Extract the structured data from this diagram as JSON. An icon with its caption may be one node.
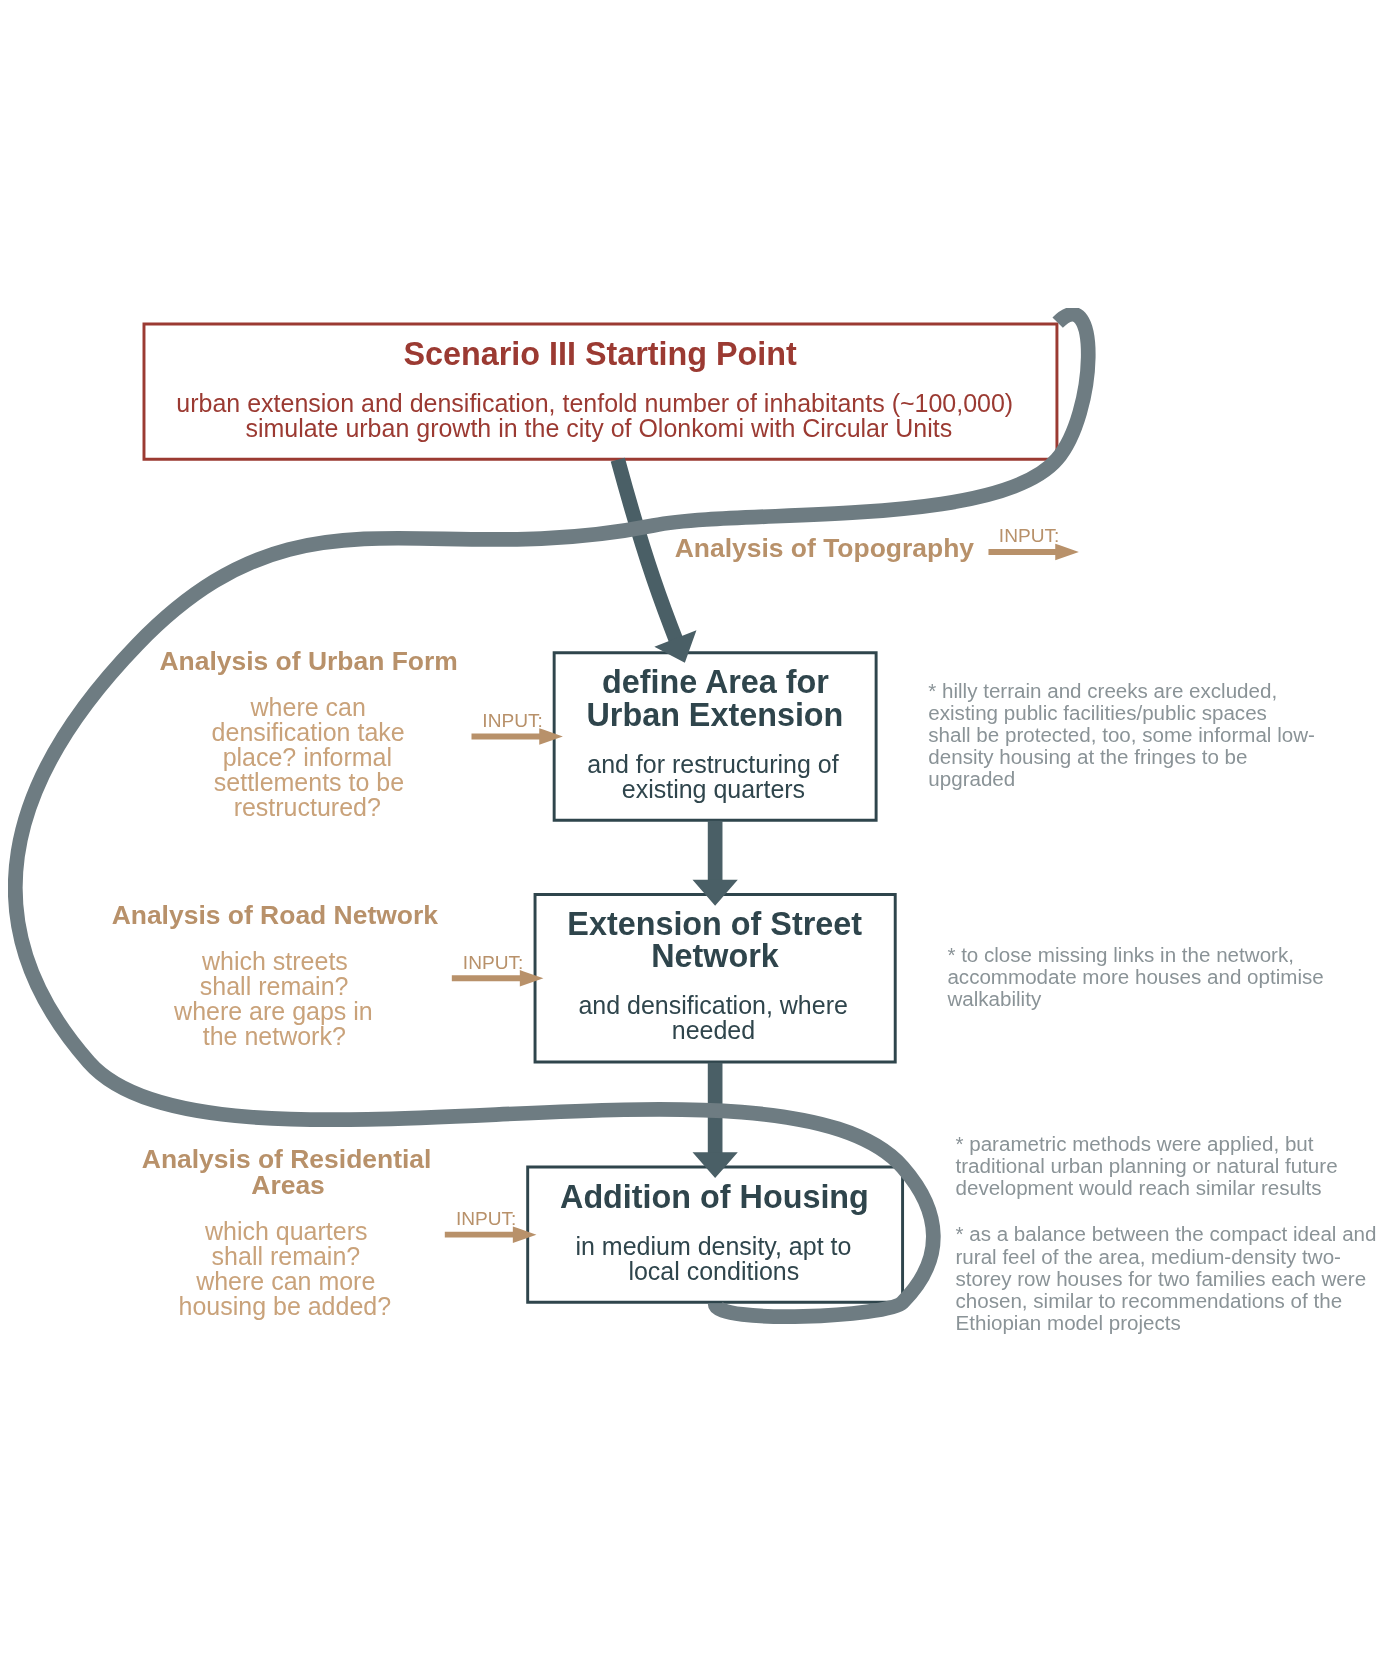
{
  "diagram": {
    "nodes": [
      {
        "text": [
          "Scenario III Starting Point",
          "urban extension and densification, tenfold number of inhabitants (~100,000) simulate urban growth in the city of Olonkomi with Circular Units"
        ]
      },
      {
        "text": [
          "Analysis of Topography"
        ]
      },
      {
        "text": [
          "define Area for Urban Extension",
          "and for restructuring of existing quarters"
        ],
        "beside": [
          "* hilly terrain and creeks are excluded, existing public facilities/public spaces shall be protected, too, some informal low-density housing at the fringes to be upgraded"
        ]
      },
      {
        "text": [
          "Analysis of Urban Form",
          "where can densification take place? informal settlements to be restructured?"
        ]
      },
      {
        "text": [
          "Extension of Street Network",
          "and densification, where needed"
        ],
        "beside": [
          "* to close missing links in the network, accommodate more houses and optimise walkability"
        ]
      },
      {
        "text": [
          "Analysis of Road Network",
          "which streets shall remain? where are gaps in the network?"
        ]
      },
      {
        "text": [
          "Addition of Housing",
          "in medium density, apt to local conditions"
        ],
        "beside": [
          "* parametric methods were applied, but traditional urban planning or natural future development would reach similar results",
          "* as a balance between the compact ideal and rural feel of the area, medium-density two-storey row houses for two families each were chosen, similar to recommendations of the Ethiopian model projects"
        ]
      },
      {
        "text": [
          "Analysis of Residential Areas",
          "which quarters shall remain? where can more housing be added?"
        ]
      }
    ],
    "edges": [
      {
        "from": 0,
        "to": 2,
        "arrow": "to",
        "style": "thick",
        "color": "#4a5f66"
      },
      {
        "from": 1,
        "to": null,
        "arrow": "to",
        "label": "INPUT:",
        "color": "#b8916a"
      },
      {
        "from": 3,
        "to": 2,
        "arrow": "to",
        "label": "INPUT:",
        "color": "#b8916a"
      },
      {
        "from": 2,
        "to": 4,
        "arrow": "to",
        "style": "thick",
        "color": "#4a5f66"
      },
      {
        "from": 5,
        "to": 4,
        "arrow": "to",
        "label": "INPUT:",
        "color": "#b8916a"
      },
      {
        "from": 4,
        "to": 6,
        "arrow": "to",
        "style": "thick",
        "color": "#4a5f66"
      },
      {
        "from": 7,
        "to": 6,
        "arrow": "to",
        "label": "INPUT:",
        "color": "#b8916a"
      },
      {
        "from": 6,
        "to": 0,
        "arrow": "none",
        "style": "thick",
        "color": "#6e7c82"
      }
    ]
  }
}
